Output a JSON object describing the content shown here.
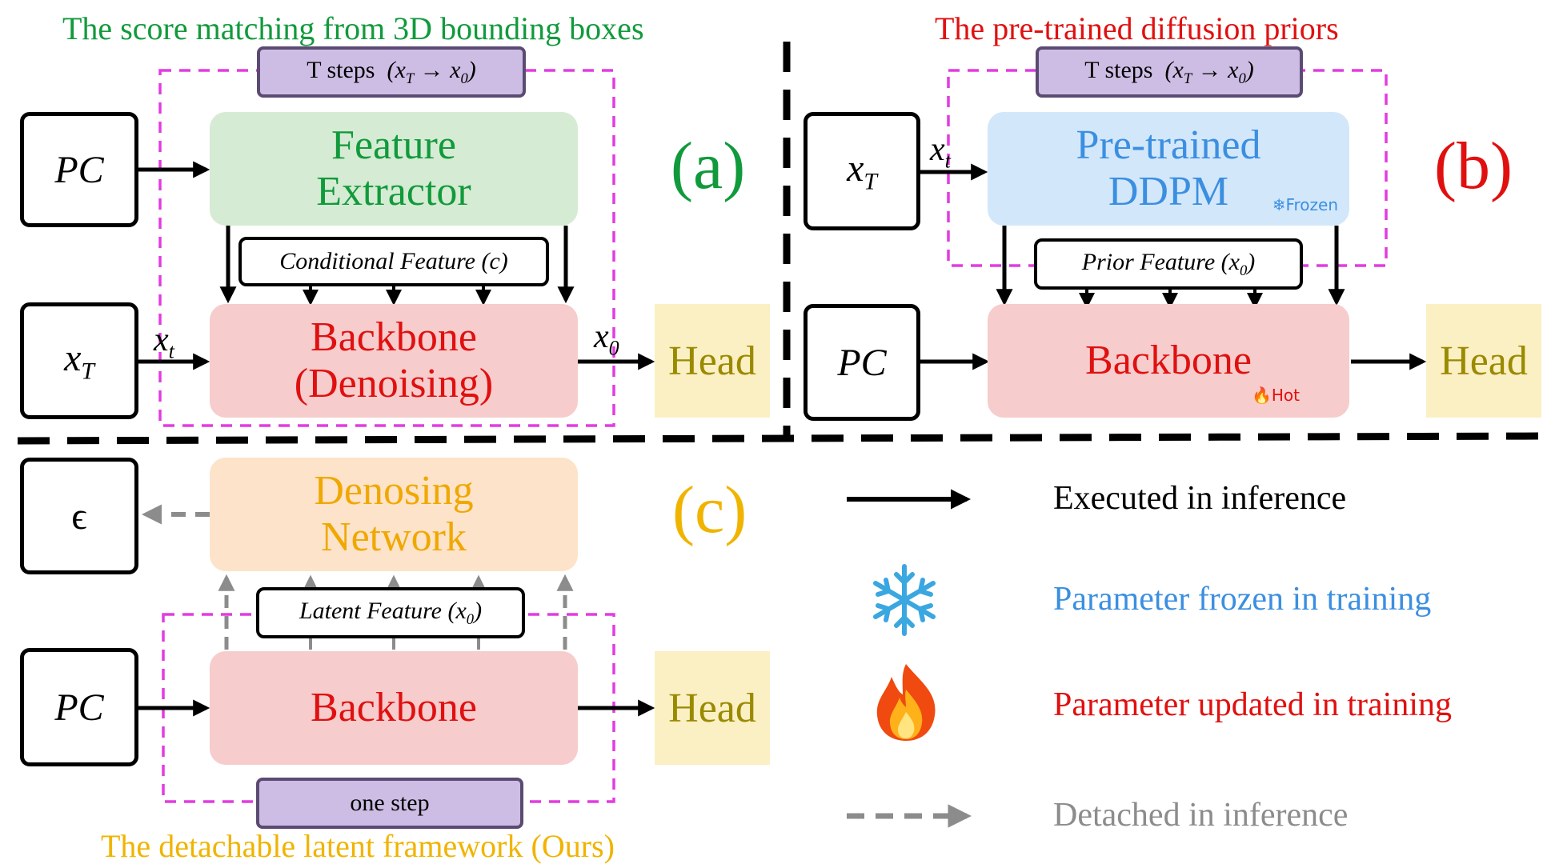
{
  "titles": {
    "a": "The score matching from 3D bounding boxes",
    "b": "The pre-trained diffusion priors",
    "c": "The detachable latent framework (Ours)"
  },
  "panel_letters": {
    "a": "(a)",
    "b": "(b)",
    "c": "(c)"
  },
  "panel_a": {
    "steps": "T steps",
    "steps_formula": "(x",
    "input_top": "PC",
    "input_bottom": "x",
    "extractor_line1": "Feature",
    "extractor_line2": "Extractor",
    "cond_feature": "Conditional Feature (c)",
    "backbone_line1": "Backbone",
    "backbone_line2": "(Denoising)",
    "xt_label": "x",
    "x0_label": "x",
    "head": "Head"
  },
  "panel_b": {
    "steps": "T steps",
    "input_top": "x",
    "input_bottom": "PC",
    "ddpm_line1": "Pre-trained",
    "ddpm_line2": "DDPM",
    "frozen_tag": "Frozen",
    "prior_feature": "Prior Feature (x",
    "backbone": "Backbone",
    "hot_tag": "Hot",
    "xt_label": "x",
    "head": "Head"
  },
  "panel_c": {
    "epsilon": "ϵ",
    "denoise_line1": "Denosing",
    "denoise_line2": "Network",
    "latent_feature": "Latent Feature (x",
    "input": "PC",
    "backbone": "Backbone",
    "head": "Head",
    "one_step": "one step"
  },
  "legend": {
    "executed": "Executed in inference",
    "frozen": "Parameter frozen in training",
    "updated": "Parameter updated in training",
    "detached": "Detached in inference",
    "icons": [
      "solid-arrow-icon",
      "snowflake-icon",
      "flame-icon",
      "dashed-arrow-icon"
    ]
  },
  "colors": {
    "green": "#119a3c",
    "red": "#e01010",
    "orange": "#f0b400",
    "blue": "#3b8fe0",
    "magenta": "#e23ce0",
    "gray": "#8c8c8c",
    "head_text": "#9a8a00"
  }
}
